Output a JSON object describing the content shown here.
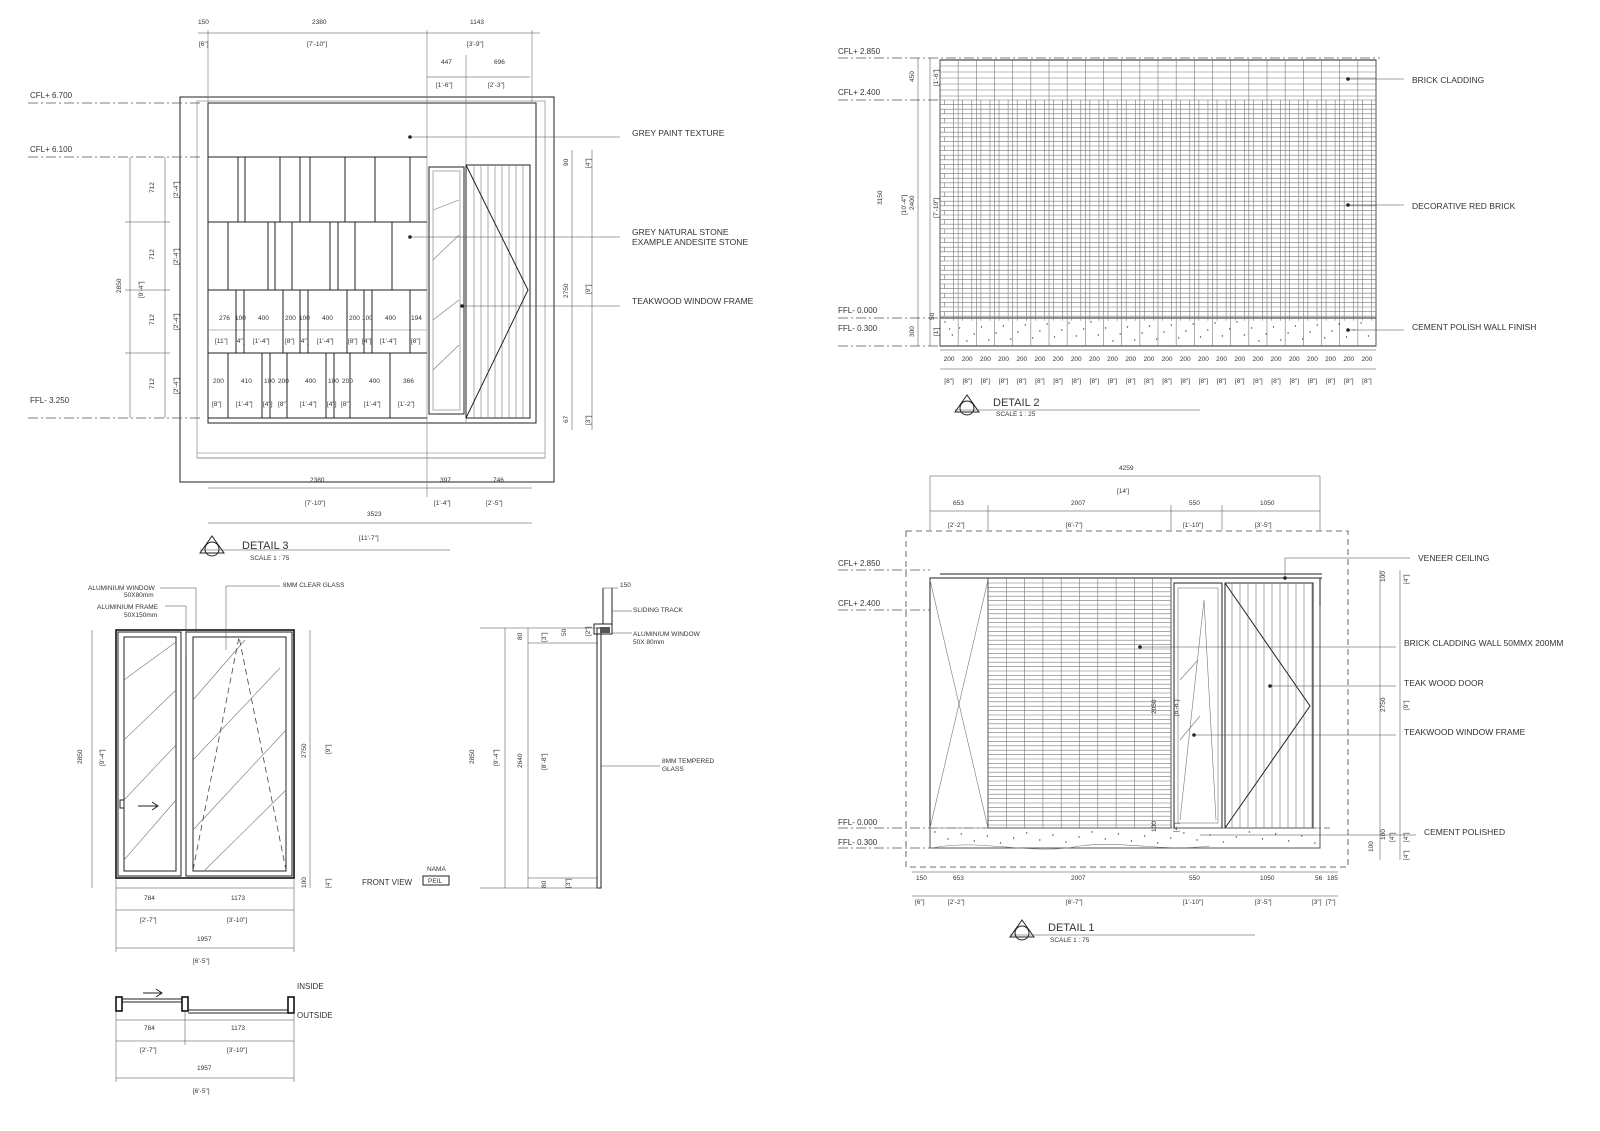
{
  "detail3": {
    "title": "DETAIL 3",
    "scale": "SCALE 1 : 75",
    "levels": [
      "CFL+ 6.700",
      "CFL+ 6.100",
      "FFL- 3.250"
    ],
    "labels": [
      "GREY PAINT TEXTURE",
      "GREY NATURAL STONE",
      "EXAMPLE ANDESITE STONE",
      "TEAKWOOD WINDOW FRAME"
    ],
    "top_dims": [
      "150",
      "2380",
      "1143",
      "[6\"]",
      "[7'-10\"]",
      "[3'-9\"]",
      "447",
      "696",
      "[1'-6\"]",
      "[2'-3\"]"
    ],
    "row1": [
      "276",
      "100",
      "400",
      "200",
      "100",
      "400",
      "200",
      "100",
      "400",
      "194"
    ],
    "row1_imp": [
      "[11\"]",
      "[4\"]",
      "[1'-4\"]",
      "[8\"]",
      "[4\"]",
      "[1'-4\"]",
      "[8\"]",
      "[4\"]",
      "[1'-4\"]",
      "[8\"]"
    ],
    "row2": [
      "200",
      "410",
      "100",
      "200",
      "400",
      "100",
      "200",
      "400",
      "366"
    ],
    "row2_imp": [
      "[8\"]",
      "[1'-4\"]",
      "[4\"]",
      "[8\"]",
      "[1'-4\"]",
      "[4\"]",
      "[8\"]",
      "[1'-4\"]",
      "[1'-2\"]"
    ],
    "left_dims": [
      "712",
      "712",
      "712",
      "712",
      "2850"
    ],
    "left_imp": [
      "[2'-4\"]",
      "[2'-4\"]",
      "[2'-4\"]",
      "[2'-4\"]",
      "[9'-4\"]"
    ],
    "right_dims": [
      "90",
      "[4\"]",
      "2750",
      "[9\"]",
      "67",
      "[3\"]"
    ],
    "bottom_dims": [
      "2380",
      "397",
      "746",
      "[7'-10\"]",
      "[1'-4\"]",
      "[2'-5\"]",
      "3523",
      "[11'-7\"]"
    ]
  },
  "detail2": {
    "title": "DETAIL 2",
    "scale": "SCALE 1 : 25",
    "levels": [
      "CFL+ 2.850",
      "CFL+ 2.400",
      "FFL- 0.000",
      "FFL- 0.300"
    ],
    "labels": [
      "BRICK CLADDING",
      "DECORATIVE RED BRICK",
      "CEMENT POLISH WALL FINISH"
    ],
    "left_dims": [
      "450",
      "[1'-6\"]",
      "3150",
      "[10'-4\"]",
      "2400",
      "[7'-10\"]",
      "50",
      "300",
      "[1']"
    ],
    "bottom_value": "200",
    "bottom_imp": "[8\"]",
    "bottom_count": 24
  },
  "detail1": {
    "title": "DETAIL 1",
    "scale": "SCALE 1 : 75",
    "levels": [
      "CFL+ 2.850",
      "CFL+ 2.400",
      "FFL- 0.000",
      "FFL- 0.300"
    ],
    "labels": [
      "VENEER CEILING",
      "BRICK CLADDING WALL 50MMX 200MM",
      "TEAK WOOD DOOR",
      "TEAKWOOD WINDOW FRAME",
      "CEMENT POLISHED"
    ],
    "top_total": "4259",
    "top_total_imp": "[14']",
    "top_dims": [
      "653",
      "2007",
      "550",
      "1050"
    ],
    "top_imp": [
      "[2'-2\"]",
      "[6'-7\"]",
      "[1'-10\"]",
      "[3'-5\"]"
    ],
    "bottom_dims": [
      "150",
      "653",
      "2007",
      "550",
      "1050",
      "56",
      "185"
    ],
    "bottom_imp": [
      "[6\"]",
      "[2'-2\"]",
      "[6'-7\"]",
      "[1'-10\"]",
      "[3'-5\"]",
      "[3\"]",
      "[7\"]"
    ],
    "right_dims": [
      "100",
      "[4\"]",
      "2750",
      "[9\"]",
      "100",
      "100",
      "[4\"]",
      "[4\"]",
      "[4\"]"
    ],
    "inner_dims": [
      "2050",
      "[6'-8\"]",
      "100",
      "[4\"]"
    ]
  },
  "window": {
    "labels": [
      "ALUMINIUM WINDOW",
      "50X80mm",
      "ALUMINIUM FRAME",
      "50X150mm",
      "8MM CLEAR GLASS"
    ],
    "front_view": "FRONT VIEW",
    "tag_top": "NAMA",
    "tag_bottom": "PEIL",
    "left_dims": [
      "2850",
      "[9'-4\"]"
    ],
    "right_dims": [
      "2750",
      "[9\"]",
      "100",
      "[4\"]"
    ],
    "bottom_dims": [
      "784",
      "1173",
      "[2'-7\"]",
      "[3'-10\"]",
      "1957",
      "[6'-5\"]"
    ]
  },
  "section": {
    "labels": [
      "SLIDING TRACK",
      "ALUMINIUM WINDOW",
      "50X 80mm",
      "8MM TEMPERED",
      "GLASS"
    ],
    "top_dim": "150",
    "dims": [
      "2850",
      "[9'-4\"]",
      "2640",
      "[8'-8\"]",
      "80",
      "[3\"]",
      "50",
      "[2\"]",
      "80",
      "[3\"]"
    ]
  },
  "plan": {
    "inside": "INSIDE",
    "outside": "OUTSIDE",
    "dims": [
      "784",
      "1173",
      "[2'-7\"]",
      "[3'-10\"]",
      "1957",
      "[6'-5\"]"
    ]
  }
}
